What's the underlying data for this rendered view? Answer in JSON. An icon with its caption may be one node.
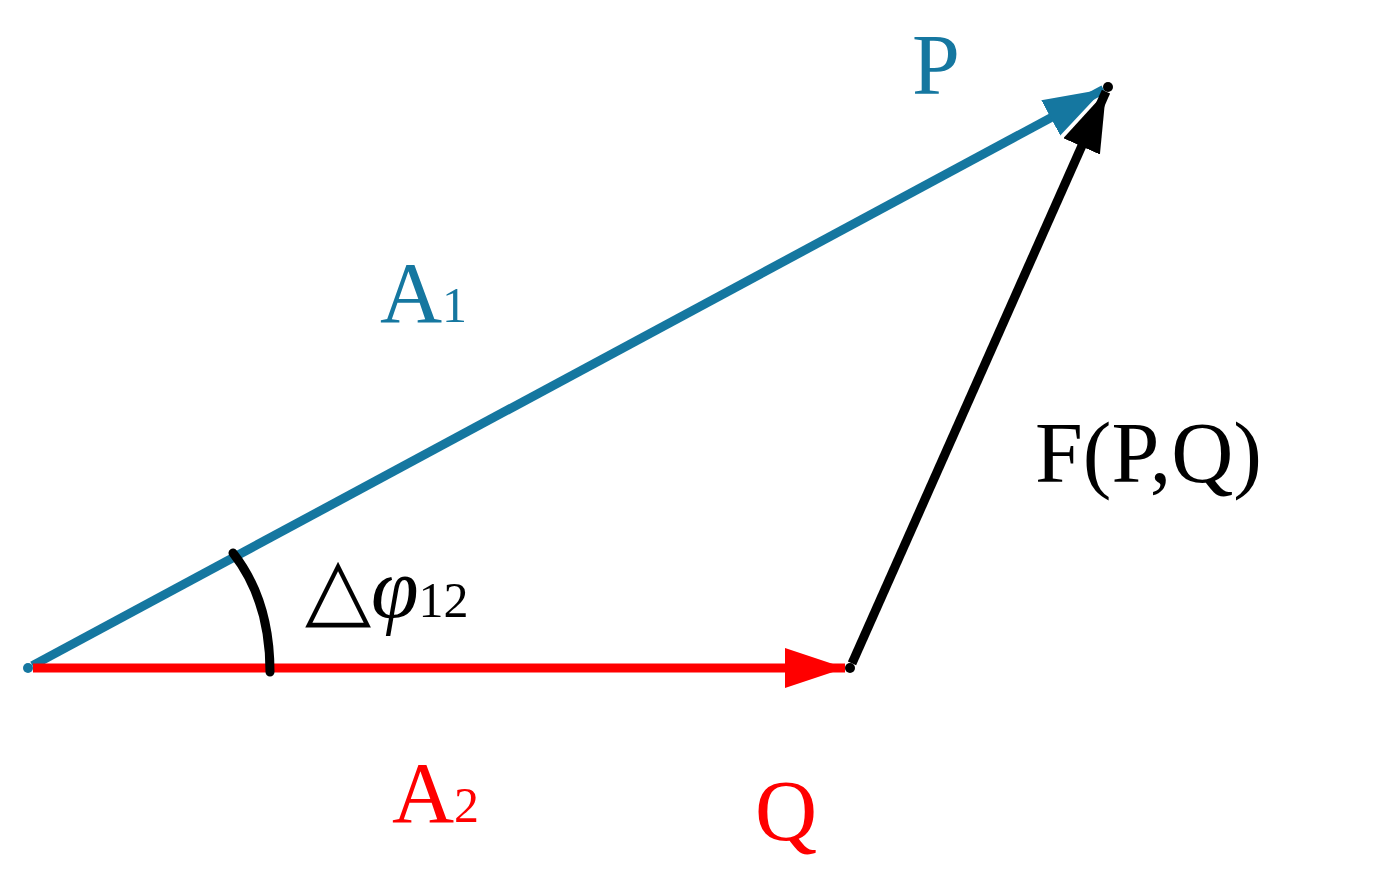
{
  "diagram": {
    "nodes": [
      {
        "text": [],
        "shape": "point"
      },
      {
        "text": [],
        "shape": "point",
        "beside": [
          "P"
        ]
      },
      {
        "text": [],
        "shape": "point",
        "beside": [
          "Q"
        ]
      }
    ],
    "edges": [
      {
        "from": 0,
        "to": 1,
        "arrow": "to",
        "label": "A$_{1}$",
        "color": "#1577a0"
      },
      {
        "from": 0,
        "to": 2,
        "arrow": "to",
        "label": "A$_{2}$",
        "color": "#ff0000"
      },
      {
        "from": 2,
        "to": 1,
        "arrow": "to",
        "label": "F(P,Q)",
        "color": "#000000"
      }
    ],
    "labels": [
      "△*φ*$_{12}$"
    ]
  }
}
